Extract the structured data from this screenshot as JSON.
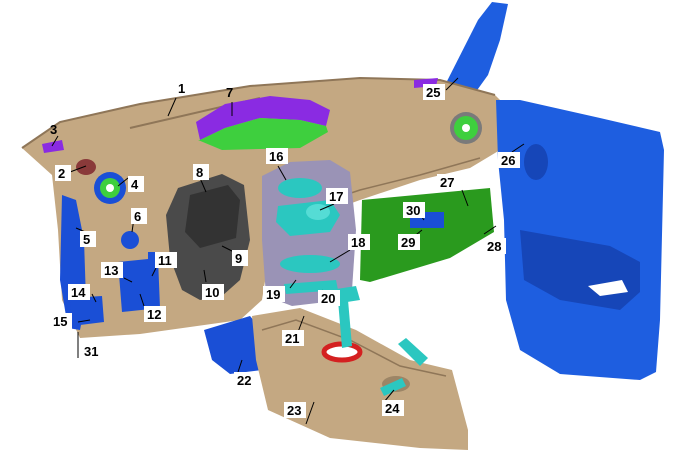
{
  "labels": [
    "1",
    "2",
    "3",
    "4",
    "5",
    "6",
    "7",
    "8",
    "9",
    "10",
    "11",
    "12",
    "13",
    "14",
    "15",
    "16",
    "17",
    "18",
    "19",
    "20",
    "21",
    "22",
    "23",
    "24",
    "25",
    "26",
    "27",
    "28",
    "29",
    "30",
    "31"
  ],
  "colors": {
    "dashboard": "#c4a882",
    "dashboard_dark": "#8f7658",
    "trim_blue": "#1a4fd6",
    "door_blue": "#1e5ee0",
    "purple": "#8a2be2",
    "vent_green": "#3ecf3e",
    "glovebox_green": "#2a9a1e",
    "teal": "#2bc7c0",
    "console_gray": "#9a93b6",
    "cluster_gray": "#4a4a4a",
    "maroon": "#8a3a3a",
    "red": "#d42020"
  }
}
